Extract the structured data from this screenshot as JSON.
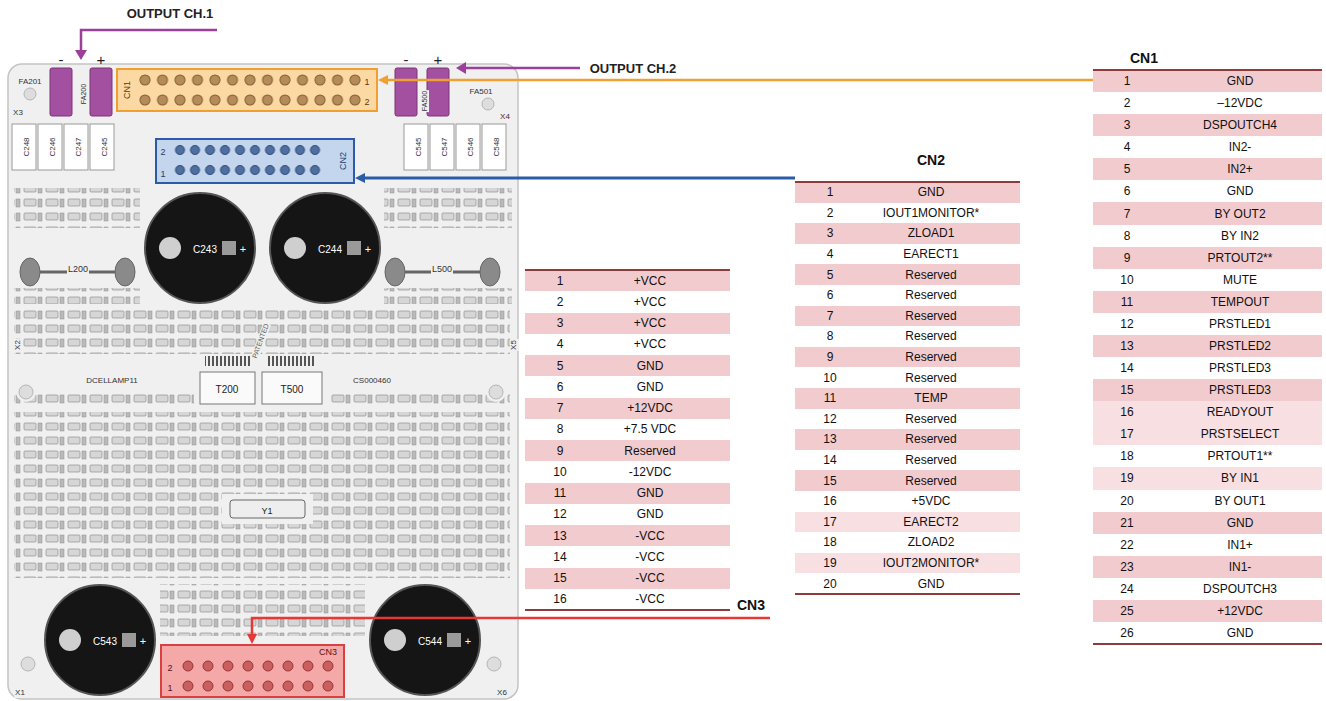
{
  "diagram": {
    "nodes": [
      {
        "text": [
          "CN1"
        ]
      },
      {
        "text": [
          "CN2"
        ]
      },
      {
        "text": [
          "CN3"
        ]
      },
      {
        "text": [
          "CN1"
        ]
      },
      {
        "text": [
          "CN2"
        ]
      },
      {
        "text": [
          "CN3"
        ]
      }
    ],
    "edges": [
      {
        "from": 3,
        "to": 0,
        "arrow": "to"
      },
      {
        "from": 4,
        "to": 1,
        "arrow": "to"
      },
      {
        "from": 5,
        "to": 2,
        "arrow": "to"
      }
    ],
    "labels": [
      "OUTPUT CH.1",
      "OUTPUT CH.2",
      "-",
      "+",
      "-",
      "+",
      "1",
      "GND",
      "2",
      "–12VDC",
      "3",
      "DSPOUTCH4",
      "4",
      "IN2-",
      "5",
      "IN2+",
      "6",
      "GND",
      "7",
      "BY OUT2",
      "8",
      "BY IN2",
      "9",
      "PRTOUT2**",
      "10",
      "MUTE",
      "11",
      "TEMPOUT",
      "12",
      "PRSTLED1",
      "13",
      "PRSTLED2",
      "14",
      "PRSTLED3",
      "15",
      "PRSTLED3",
      "16",
      "READYOUT",
      "17",
      "PRSTSELECT",
      "18",
      "PRTOUT1**",
      "19",
      "BY IN1",
      "20",
      "BY OUT1",
      "21",
      "GND",
      "22",
      "IN1+",
      "23",
      "IN1-",
      "24",
      "DSPOUTCH3",
      "25",
      "+12VDC",
      "26",
      "GND",
      "1",
      "GND",
      "2",
      "IOUT1MONITOR*",
      "3",
      "ZLOAD1",
      "4",
      "EARECT1",
      "5",
      "Reserved",
      "6",
      "Reserved",
      "7",
      "Reserved",
      "8",
      "Reserved",
      "9",
      "Reserved",
      "10",
      "Reserved",
      "11",
      "TEMP",
      "12",
      "Reserved",
      "13",
      "Reserved",
      "14",
      "Reserved",
      "15",
      "Reserved",
      "16",
      "+5VDC",
      "17",
      "EARECT2",
      "18",
      "ZLOAD2",
      "19",
      "IOUT2MONITOR*",
      "20",
      "GND",
      "1",
      "+VCC",
      "2",
      "+VCC",
      "3",
      "+VCC",
      "4",
      "+VCC",
      "5",
      "GND",
      "6",
      "GND",
      "7",
      "+12VDC",
      "8",
      "+7.5 VDC",
      "9",
      "Reserved",
      "10",
      "-12VDC",
      "11",
      "GND",
      "12",
      "GND",
      "13",
      "-VCC",
      "14",
      "-VCC",
      "15",
      "-VCC",
      "16",
      "-VCC",
      "FA201",
      "FA200",
      "FA500",
      "FA501",
      "1",
      "2",
      "X3",
      "X4",
      "C248",
      "C246",
      "C247",
      "C245",
      "C545",
      "C547",
      "C546",
      "C548",
      "2",
      "1",
      "C243",
      "+",
      "C244",
      "+",
      "L200",
      "L500",
      "X2",
      "X5",
      "PATENTED",
      "DCELLAMP11",
      "CS000460",
      "T200",
      "T500",
      "Y1",
      "C543",
      "+",
      "C544",
      "+",
      "2",
      "1",
      "X1",
      "X6"
    ]
  }
}
